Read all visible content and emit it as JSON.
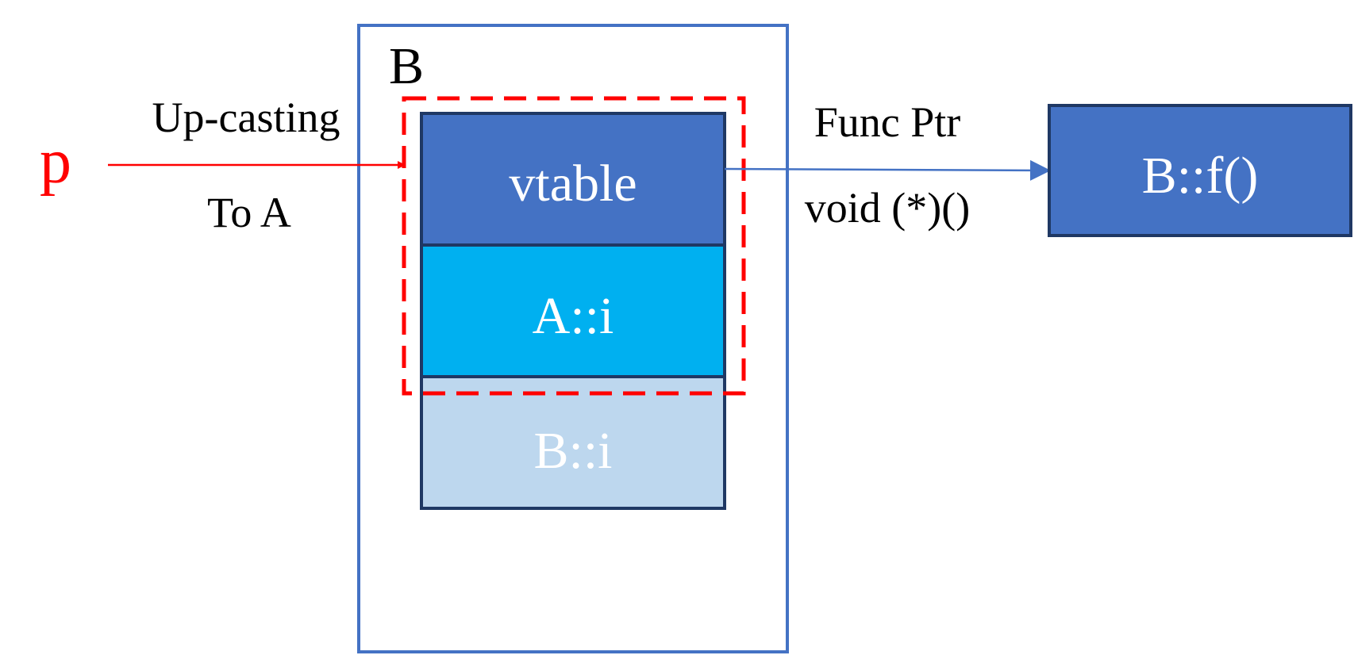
{
  "pointer": {
    "label": "p",
    "color": "#ff0000"
  },
  "cast": {
    "label_top": "Up-casting",
    "label_bottom": "To A"
  },
  "object": {
    "label": "B",
    "border_color": "#4472c4",
    "fields": [
      {
        "label": "vtable",
        "fill": "#4472c4",
        "text_color": "#ffffff"
      },
      {
        "label": "A::i",
        "fill": "#00b0f0",
        "text_color": "#ffffff"
      },
      {
        "label": "B::i",
        "fill": "#bdd7ee",
        "text_color": "#ffffff"
      }
    ],
    "highlight_color": "#ff0000"
  },
  "func_ptr": {
    "label_top": "Func Ptr",
    "label_bottom": "void (*)()",
    "arrow_color": "#4472c4"
  },
  "target": {
    "label": "B::f()",
    "fill": "#4472c4",
    "border_color": "#1f3864",
    "text_color": "#ffffff"
  }
}
